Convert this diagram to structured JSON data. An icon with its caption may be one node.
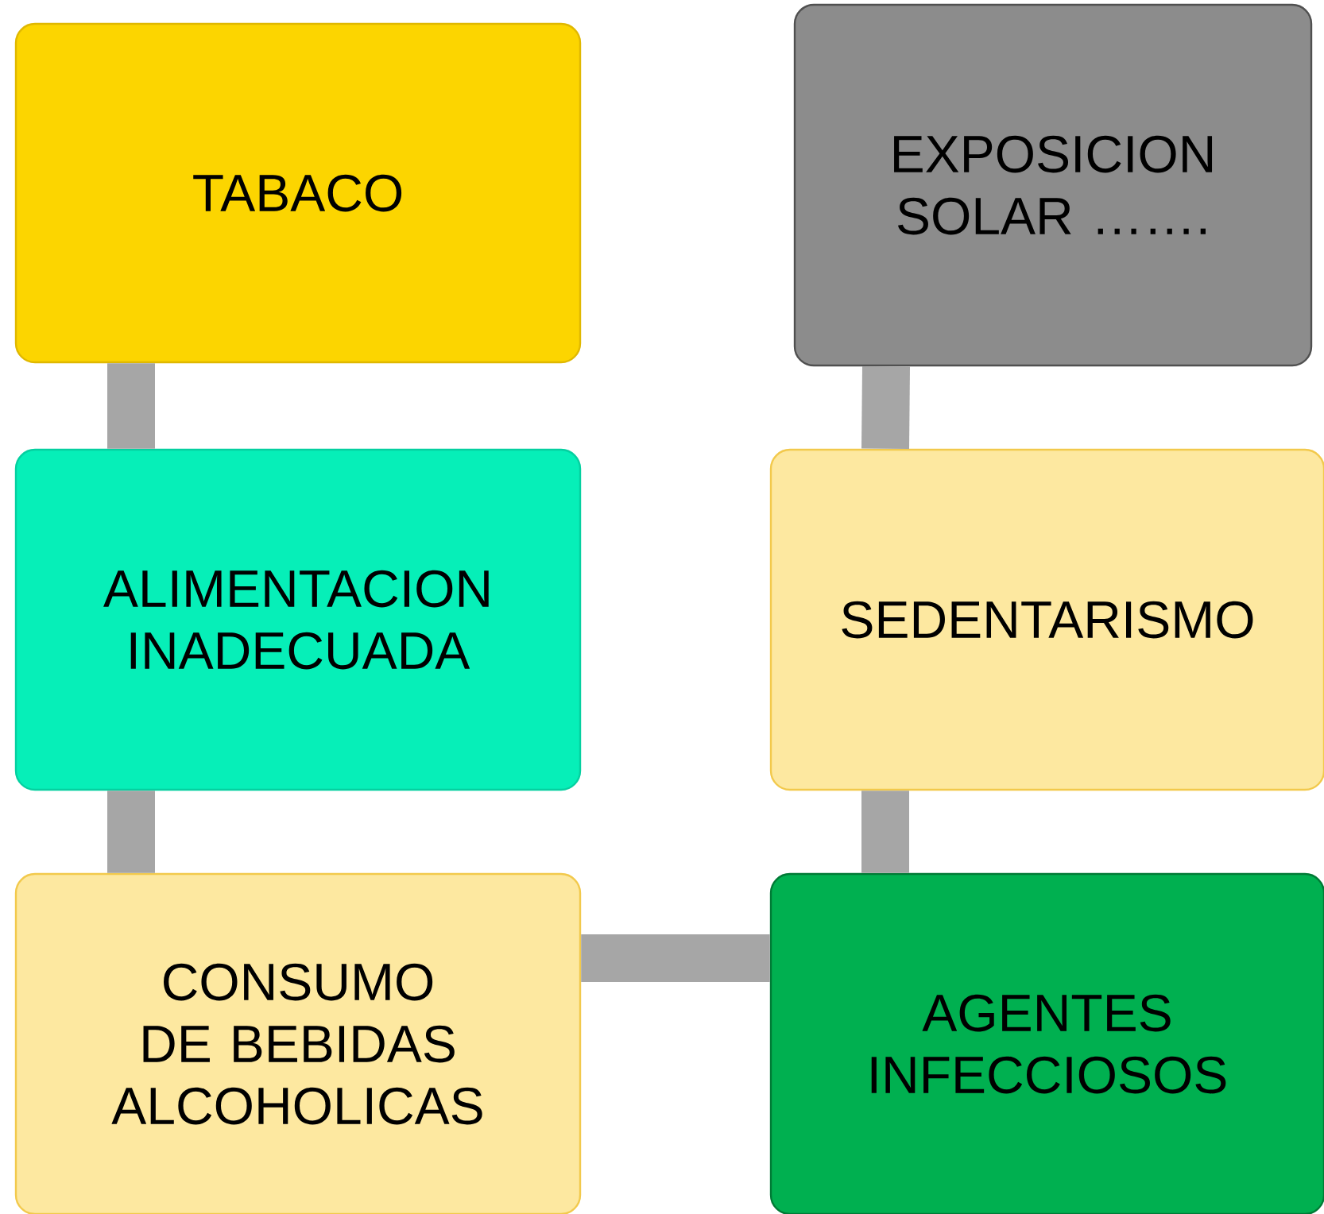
{
  "diagram": {
    "nodes": [
      {
        "text": [
          "TABACO"
        ]
      },
      {
        "text": [
          "ALIMENTACION INADECUADA"
        ]
      },
      {
        "text": [
          "CONSUMO DE BEBIDAS ALCOHOLICAS"
        ]
      },
      {
        "text": [
          "AGENTES INFECCIOSOS"
        ]
      },
      {
        "text": [
          "SEDENTARISMO"
        ]
      },
      {
        "text": [
          "EXPOSICION SOLAR ……."
        ]
      }
    ],
    "edges": [
      {
        "from": 0,
        "to": 1,
        "arrow": "none"
      },
      {
        "from": 1,
        "to": 2,
        "arrow": "none"
      },
      {
        "from": 2,
        "to": 3,
        "arrow": "none"
      },
      {
        "from": 3,
        "to": 4,
        "arrow": "none"
      },
      {
        "from": 4,
        "to": 5,
        "arrow": "none"
      }
    ]
  }
}
